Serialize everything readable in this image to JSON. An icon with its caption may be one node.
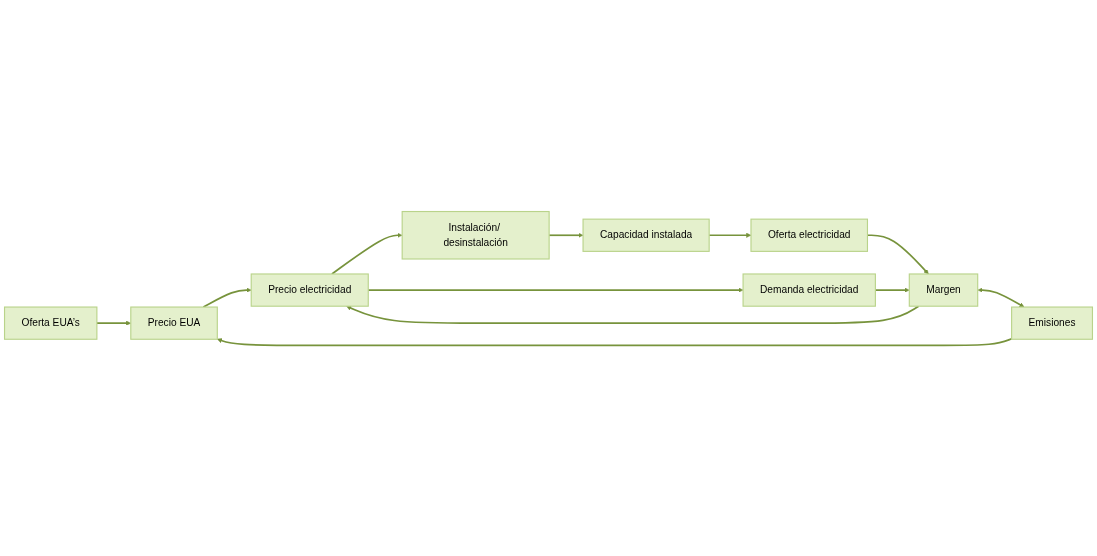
{
  "diagram": {
    "nodes": [
      {
        "text": [
          "Precio EUA"
        ]
      },
      {
        "text": [
          "Precio electricidad"
        ]
      },
      {
        "text": [
          "Instalación/ desinstalación"
        ]
      },
      {
        "text": [
          "Oferta EUA’s"
        ]
      },
      {
        "text": [
          "Demanda electricidad"
        ]
      },
      {
        "text": [
          "Margen"
        ]
      },
      {
        "text": [
          "Capacidad instalada"
        ]
      },
      {
        "text": [
          "Emisiones"
        ]
      },
      {
        "text": [
          "Oferta electricidad"
        ]
      }
    ],
    "edges": [
      {
        "from": 3,
        "to": 0,
        "arrow": "to"
      },
      {
        "from": 0,
        "to": 1,
        "arrow": "to"
      },
      {
        "from": 1,
        "to": 4,
        "arrow": "to"
      },
      {
        "from": 1,
        "to": 2,
        "arrow": "to"
      },
      {
        "from": 2,
        "to": 6,
        "arrow": "to"
      },
      {
        "from": 6,
        "to": 8,
        "arrow": "to"
      },
      {
        "from": 8,
        "to": 5,
        "arrow": "to"
      },
      {
        "from": 4,
        "to": 5,
        "arrow": "to"
      },
      {
        "from": 5,
        "to": 1,
        "arrow": "to"
      },
      {
        "from": 5,
        "to": 7,
        "arrow": "both"
      },
      {
        "from": 7,
        "to": 0,
        "arrow": "to"
      }
    ]
  }
}
